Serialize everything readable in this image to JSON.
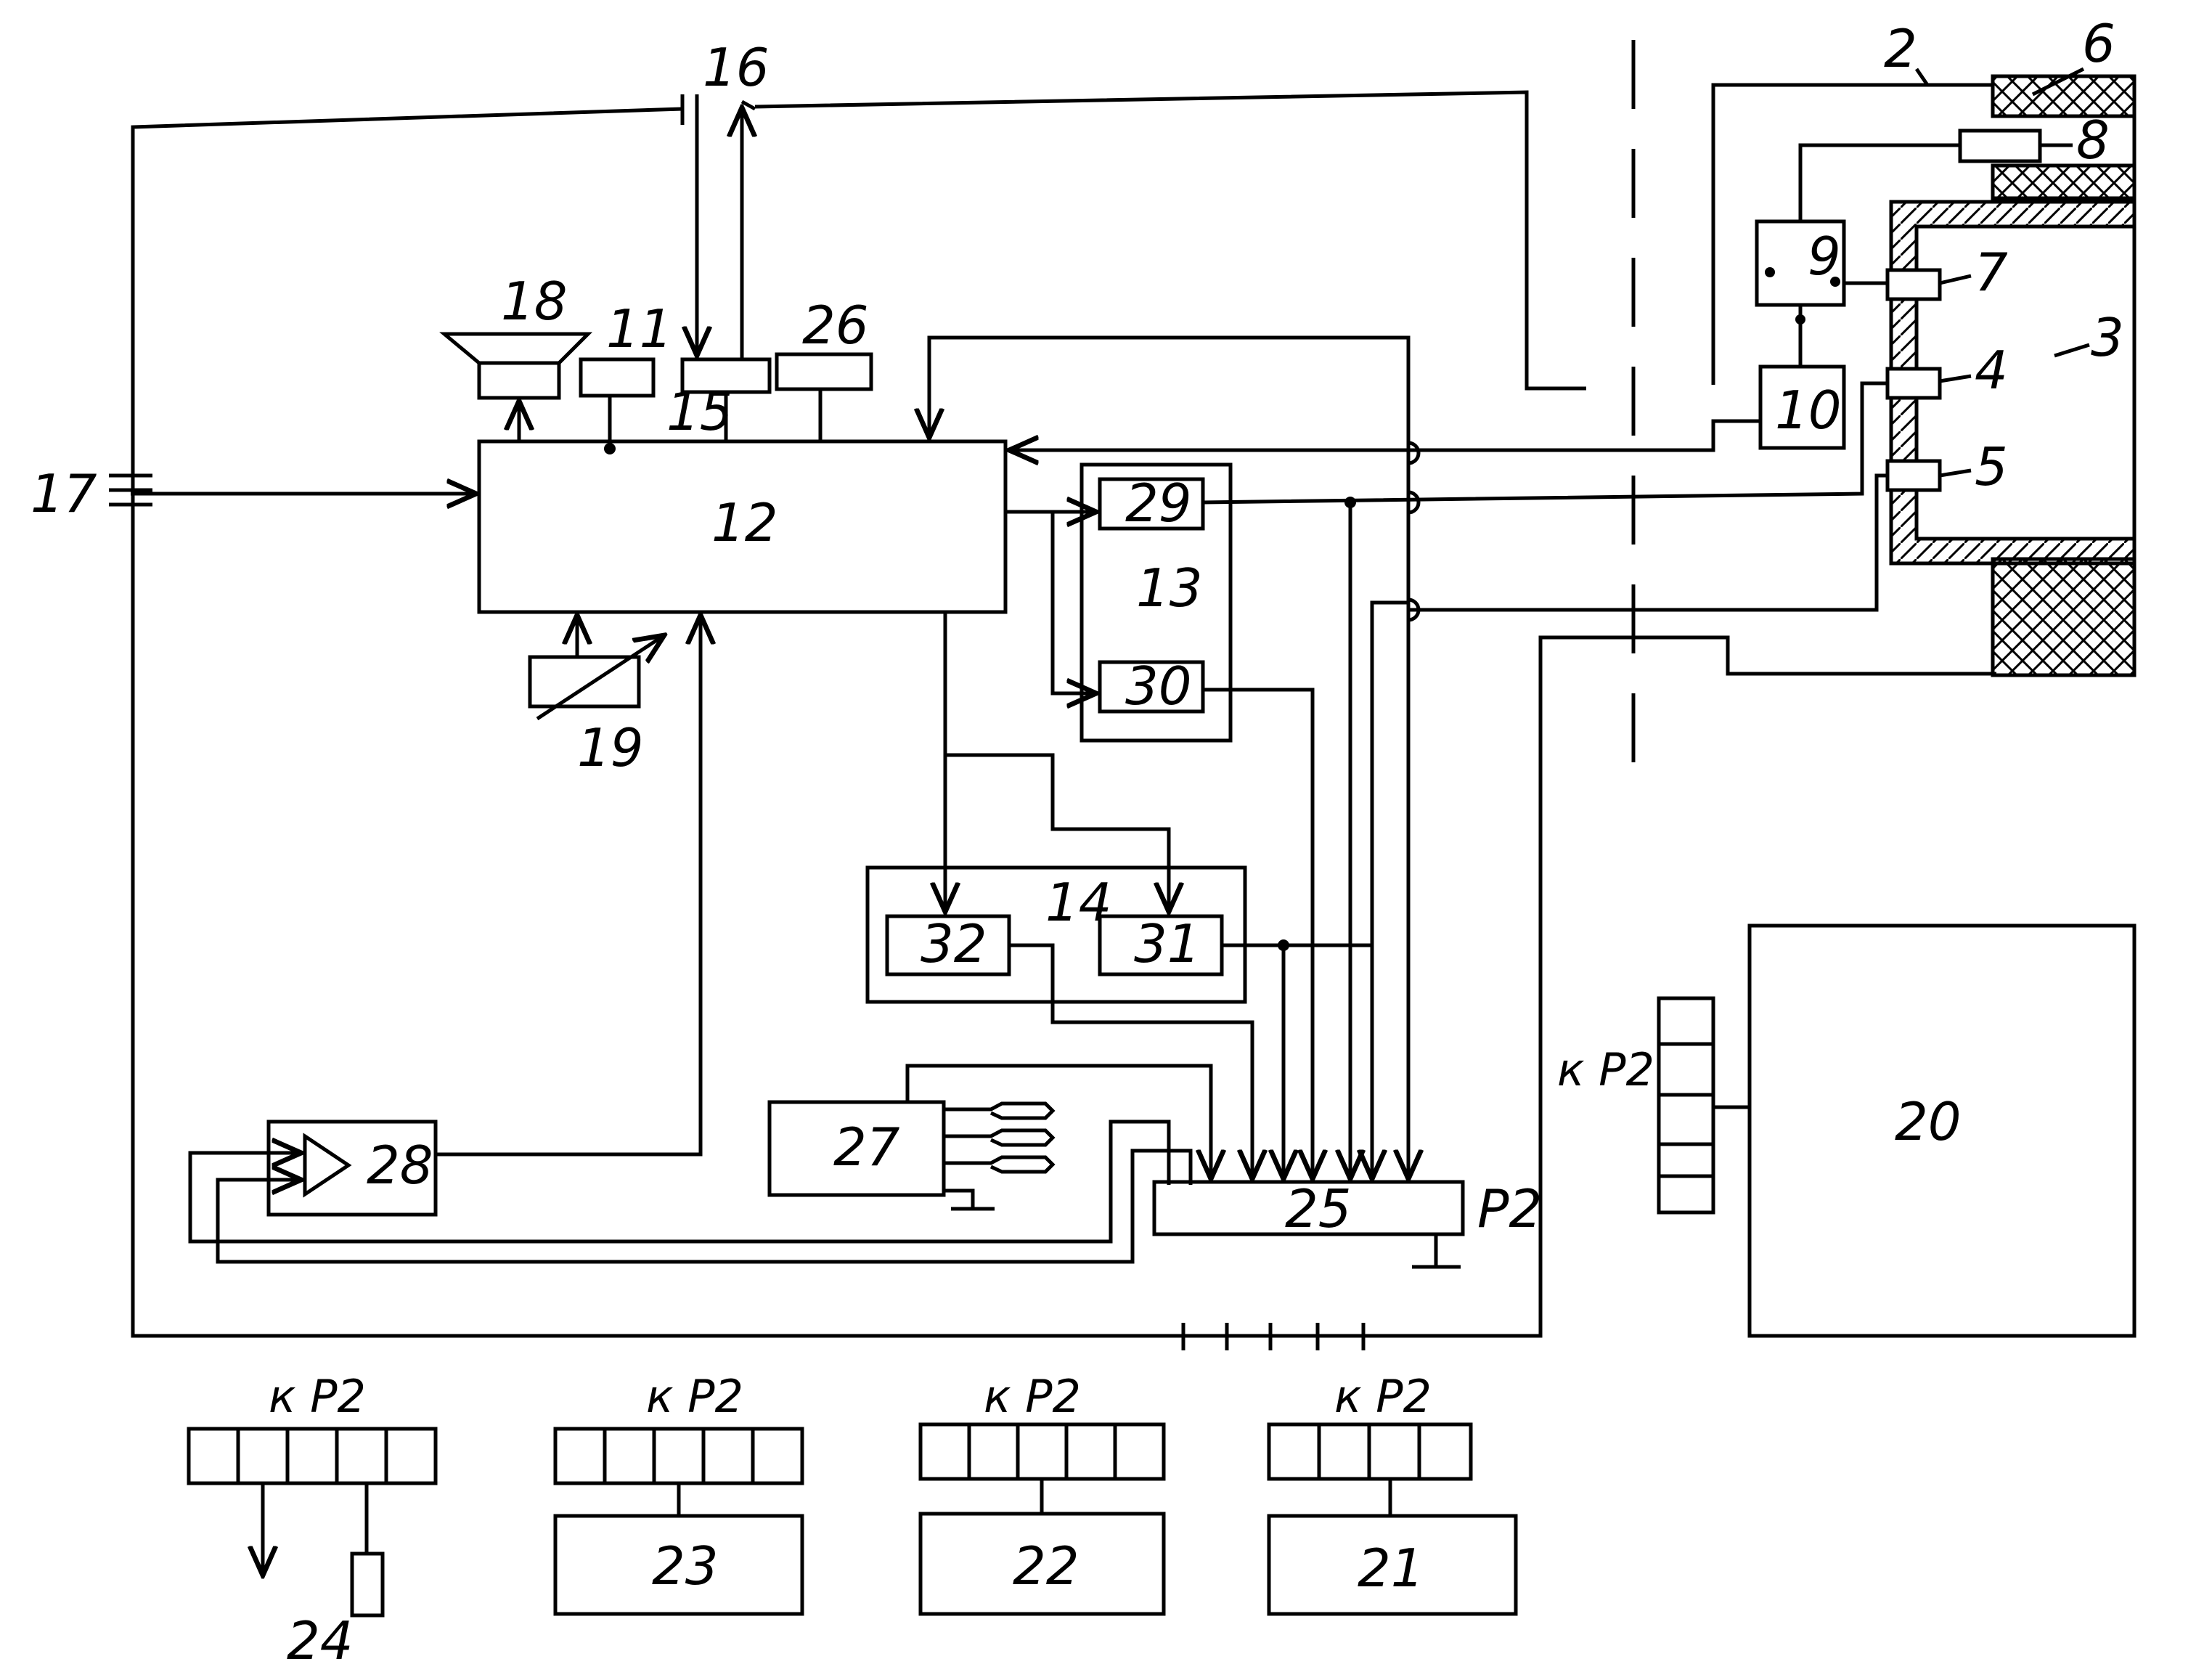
{
  "labels": {
    "n2": "2",
    "n3": "3",
    "n4": "4",
    "n5": "5",
    "n6": "6",
    "n7": "7",
    "n8": "8",
    "n9": "9",
    "n10": "10",
    "n11": "11",
    "n12": "12",
    "n13": "13",
    "n14": "14",
    "n15": "15",
    "n16": "16",
    "n17": "17",
    "n18": "18",
    "n19": "19",
    "n20": "20",
    "n21": "21",
    "n22": "22",
    "n23": "23",
    "n24": "24",
    "n25": "25",
    "n26": "26",
    "n27": "27",
    "n28": "28",
    "n29": "29",
    "n30": "30",
    "n31": "31",
    "n32": "32",
    "p2": "Р2",
    "kp2": "к Р2"
  }
}
